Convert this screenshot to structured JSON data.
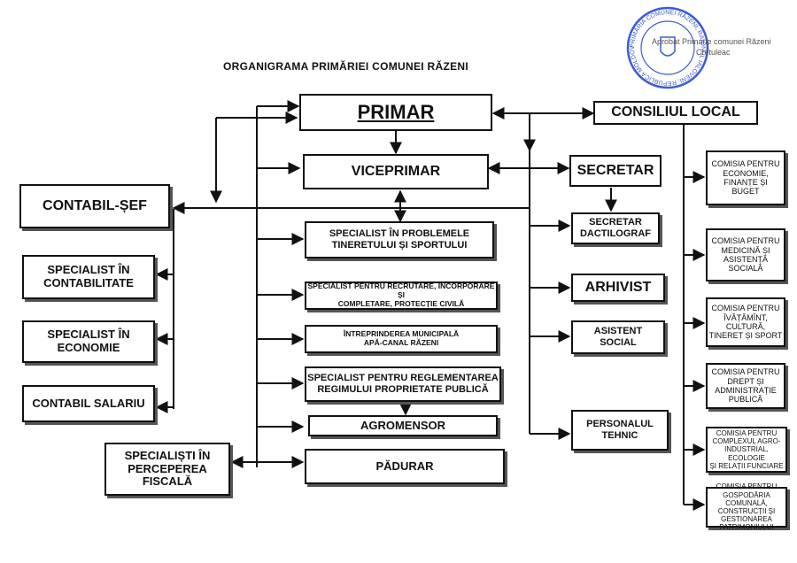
{
  "title": "ORGANIGRAMA PRIMĂRIEI COMUNEI RĂZENI",
  "approval": {
    "line1": "Aprobat Primarie comunei Răzeni",
    "line2": "Cretuleac"
  },
  "stamp": {
    "text": "PRIMĂRIA COMUNEI RĂZENI, RAIONUL IALOVENI, REPUBLICA MOLDOVA",
    "color": "#3b5bd6"
  },
  "nodes": {
    "primar": "PRIMAR",
    "consiliul_local": "CONSILIUL LOCAL",
    "viceprimar": "VICEPRIMAR",
    "secretar": "SECRETAR",
    "contabil_sef": "CONTABIL-ȘEF",
    "specialist_contabilitate": "SPECIALIST ÎN\nCONTABILITATE",
    "specialist_economie": "SPECIALIST ÎN\nECONOMIE",
    "contabil_salariu": "CONTABIL SALARIU",
    "specialisti_perceperea": "SPECIALIȘTI ÎN\nPERCEPEREA\nFISCALĂ",
    "specialist_tineret": "SPECIALIST ÎN PROBLEMELE\nTINERETULUI ȘI SPORTULUI",
    "specialist_recrutare": "SPECIALIST PENTRU RECRUTARE, ÎNCORPORARE ȘI\nCOMPLETARE, PROTECȚIE CIVILĂ",
    "intreprinderea": "ÎNTREPRINDEREA MUNICIPALĂ\nAPĂ-CANAL RĂZENI",
    "specialist_proprietate": "SPECIALIST PENTRU REGLEMENTAREA\nREGIMULUI PROPRIETATE PUBLICĂ",
    "agromensor": "AGROMENSOR",
    "padurar": "PĂDURAR",
    "secretar_dactilograf": "SECRETAR\nDACTILOGRAF",
    "arhivist": "ARHIVIST",
    "asistent_social": "ASISTENT\nSOCIAL",
    "personalul_tehnic": "PERSONALUL\nTEHNIC"
  },
  "commissions": [
    "COMISIA PENTRU\nECONOMIE,\nFINANȚE ȘI\nBUGET",
    "COMISIA PENTRU\nMEDICINĂ ȘI\nASISTENȚĂ\nSOCIALĂ",
    "COMISIA PENTRU\nÎVĂȚĂMÎNT,\nCULTURĂ,\nTINERET ȘI SPORT",
    "COMISIA PENTRU\nDREPT ȘI\nADMINISTRAȚIE\nPUBLICĂ",
    "COMISIA PENTRU\nCOMPLEXUL AGRO-\nINDUSTRIAL, ECOLOGIE\nȘI RELAȚII FUNCIARE",
    "COMISIA PENTRU\nGOSPODĂRIA COMUNALĂ,\nCONSTRUCȚII ȘI\nGESTIONAREA\nPATRIMONIULUI"
  ]
}
